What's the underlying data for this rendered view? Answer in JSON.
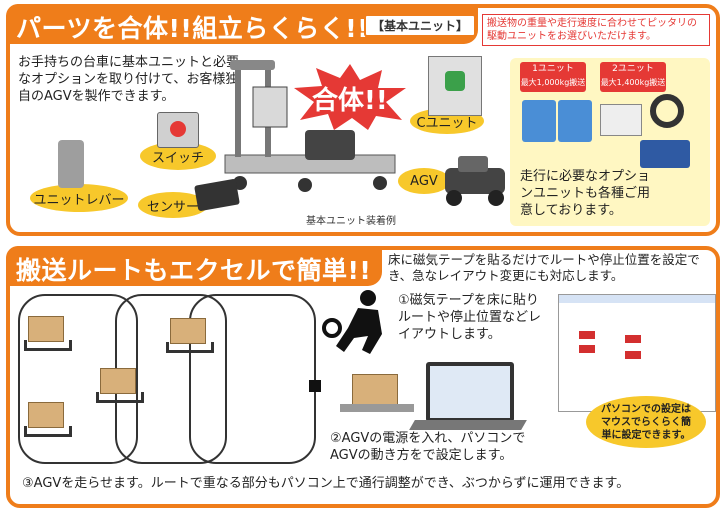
{
  "top": {
    "title": "パーツを合体!!組立らくらく!!",
    "badge": "【基本ユニット】",
    "notice": "搬送物の重量や走行速度に合わせてピッタリの駆動ユニットをお選びいただけます。",
    "intro": "お手持ちの台車に基本ユニットと必要なオプションを取り付けて、お客様独自のAGVを製作できます。",
    "gattai": "合体!!",
    "labels": {
      "switch": "スイッチ",
      "lever": "ユニットレバー",
      "sensor": "センサー",
      "c_unit": "Cユニット",
      "agv": "AGV"
    },
    "caption": "基本ユニット装着例",
    "units": [
      {
        "name": "1ユニット",
        "capacity": "最大1,000kg搬送"
      },
      {
        "name": "2ユニット",
        "capacity": "最大1,400kg搬送"
      }
    ],
    "options_text": "走行に必要なオプションユニットも各種ご用意しております。"
  },
  "bottom": {
    "title": "搬送ルートもエクセルで簡単!!",
    "subtitle": "床に磁気テープを貼るだけでルートや停止位置を設定でき、急なレイアウト変更にも対応します。",
    "step1": "①磁気テープを床に貼りルートや停止位置などレイアウトします。",
    "step2": "②AGVの電源を入れ、パソコンでAGVの動き方をで設定します。",
    "step3": "③AGVを走らせます。ルートで重なる部分もパソコン上で通行調整ができ、ぶつからずに運用できます。",
    "pc_bubble": "パソコンでの設定はマウスでらくらく簡単に設定できます。"
  }
}
